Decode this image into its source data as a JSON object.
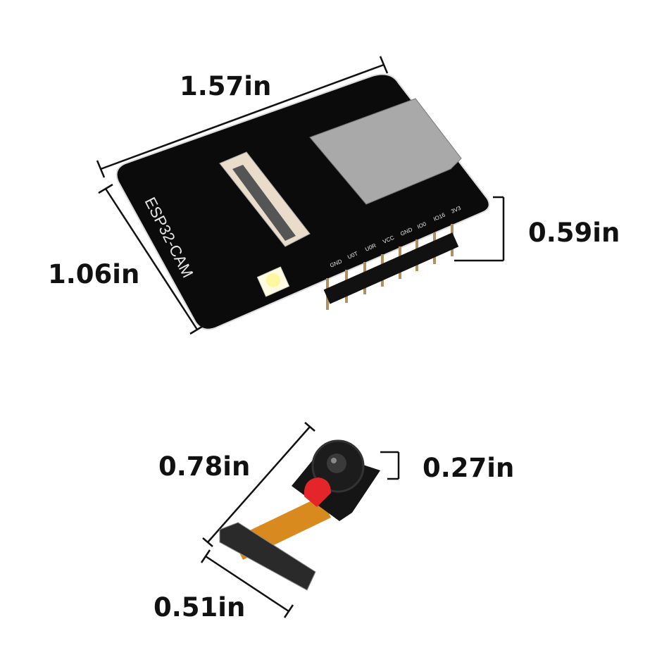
{
  "board": {
    "name": "ESP32-CAM",
    "pin_labels": [
      "GND",
      "U0T",
      "U0R",
      "VCC",
      "GND",
      "IO0",
      "IO16",
      "3V3"
    ],
    "width": "1.57in",
    "height": "1.06in",
    "pin_height": "0.59in"
  },
  "camera": {
    "length": "0.78in",
    "connector_width": "0.51in",
    "module_height": "0.27in"
  },
  "colors": {
    "board": "#0b0b0b",
    "flex_cable": "#d98a1e",
    "tab": "#e4262b",
    "connector": "#e9dccb",
    "sd_slot": "#a9a9a9"
  }
}
